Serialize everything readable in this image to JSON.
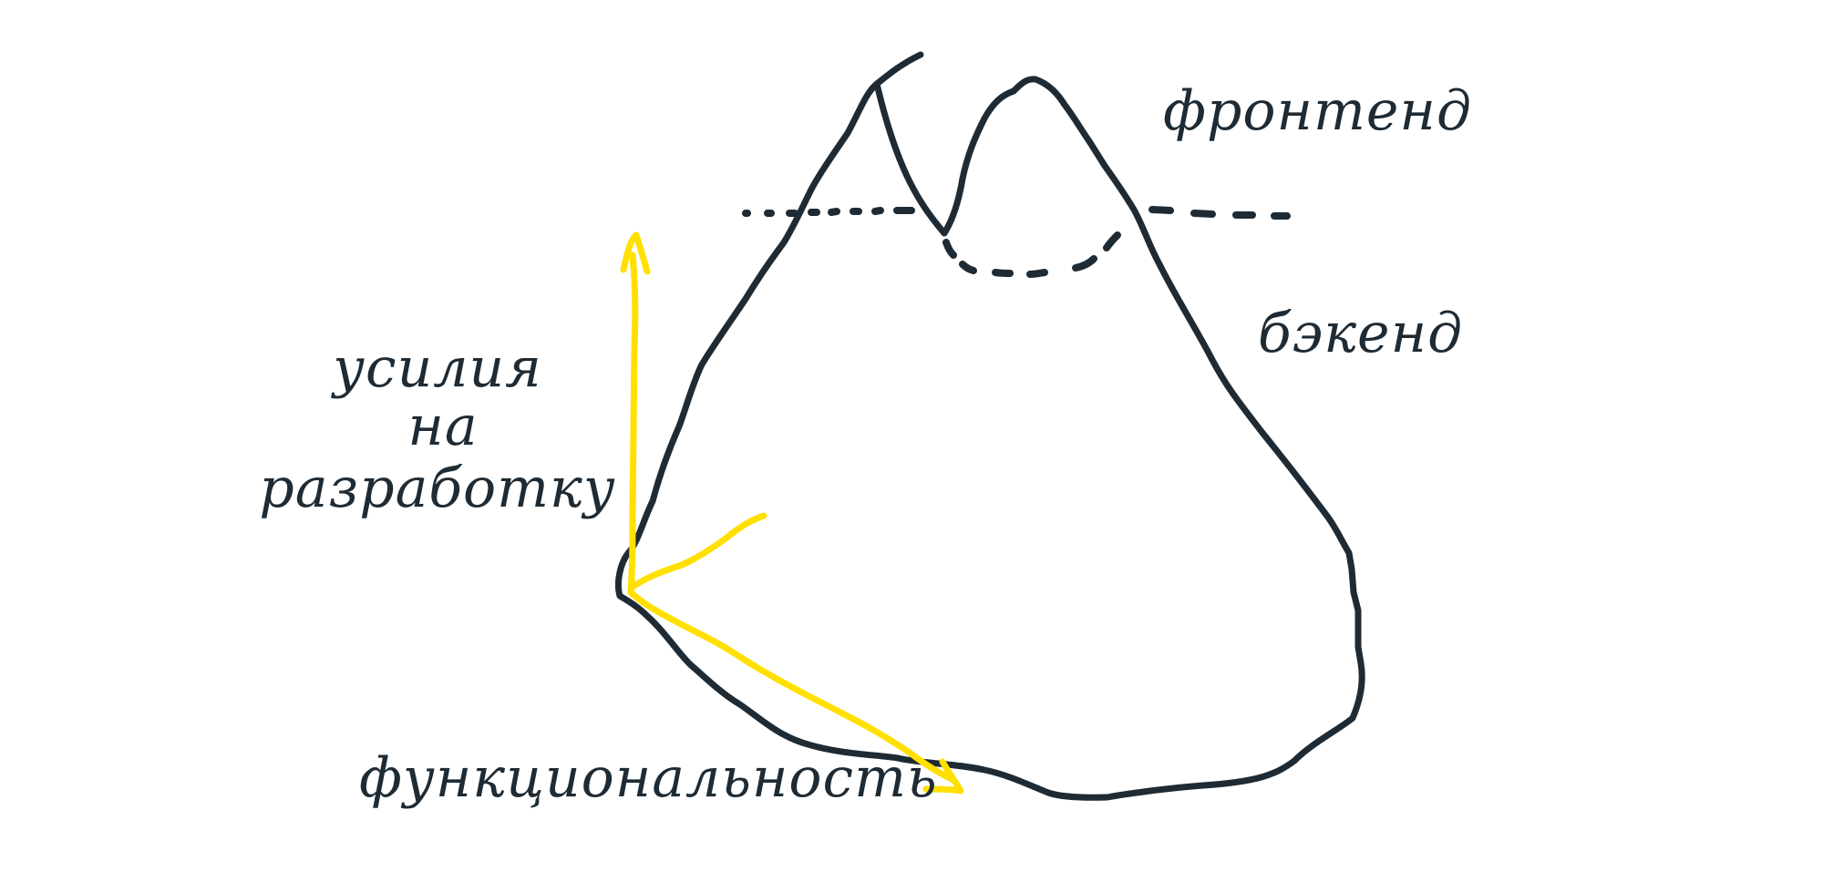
{
  "colors": {
    "ink": "#1e2b35",
    "axis": "#ffe000",
    "background": "#ffffff"
  },
  "labels": {
    "frontend": "фронтенд",
    "backend": "бэкенд",
    "effort_line1": "усилия",
    "effort_line2": "на",
    "effort_line3": "разработку",
    "functionality": "функциональность"
  }
}
